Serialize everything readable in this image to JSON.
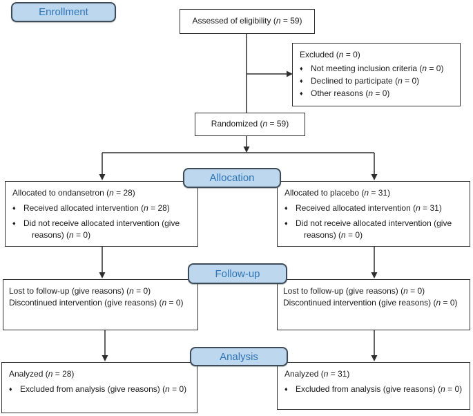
{
  "diagram": {
    "bullet_glyph": "♦",
    "stages": {
      "enrollment": "Enrollment",
      "allocation": "Allocation",
      "followup": "Follow-up",
      "analysis": "Analysis"
    },
    "boxes": {
      "assessed": {
        "text": "Assessed of eligibility (n = 59)"
      },
      "excluded": {
        "title": "Excluded (n = 0)",
        "bullets": [
          "Not meeting inclusion criteria (n = 0)",
          "Declined to participate (n = 0)",
          "Other reasons (n = 0)"
        ]
      },
      "randomized": {
        "text": "Randomized (n = 59)"
      },
      "allocation_left": {
        "title": "Allocated to ondansetron (n = 28)",
        "bullets": [
          "Received allocated intervention (n = 28)",
          "Did not receive allocated intervention (give reasons) (n = 0)"
        ]
      },
      "allocation_right": {
        "title": "Allocated to placebo (n = 31)",
        "bullets": [
          "Received allocated intervention (n = 31)",
          "Did not receive allocated intervention (give reasons) (n = 0)"
        ]
      },
      "followup_left": {
        "lines": [
          "Lost to follow-up (give reasons) (n = 0)",
          "Discontinued intervention (give reasons) (n = 0)"
        ]
      },
      "followup_right": {
        "lines": [
          "Lost to follow-up (give reasons) (n = 0)",
          "Discontinued intervention (give reasons) (n = 0)"
        ]
      },
      "analysis_left": {
        "title": "Analyzed (n = 28)",
        "bullets": [
          "Excluded from analysis (give reasons) (n = 0)"
        ]
      },
      "analysis_right": {
        "title": "Analyzed (n = 31)",
        "bullets": [
          "Excluded from analysis (give reasons) (n = 0)"
        ]
      }
    },
    "colors": {
      "stage_fill": "#bdd7ee",
      "stage_border": "#3d4a58",
      "stage_text": "#2e74b5",
      "box_border": "#2e2e2e",
      "line": "#2e2e2e",
      "text": "#1a1a1a",
      "background": "#ffffff"
    }
  }
}
